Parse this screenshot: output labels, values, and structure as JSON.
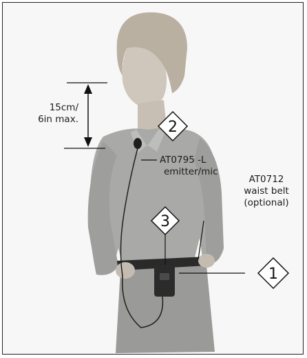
{
  "measurement": {
    "line1": "15cm/",
    "line2": "6in max."
  },
  "callouts": {
    "mic_number": "2",
    "transmitter_number": "3",
    "belt_clip_number": "1"
  },
  "labels": {
    "mic_line1": "AT0795 -L",
    "mic_line2": "emitter/mic",
    "belt_line1": "AT0712",
    "belt_line2": "waist belt",
    "belt_line3": "(optional)"
  }
}
